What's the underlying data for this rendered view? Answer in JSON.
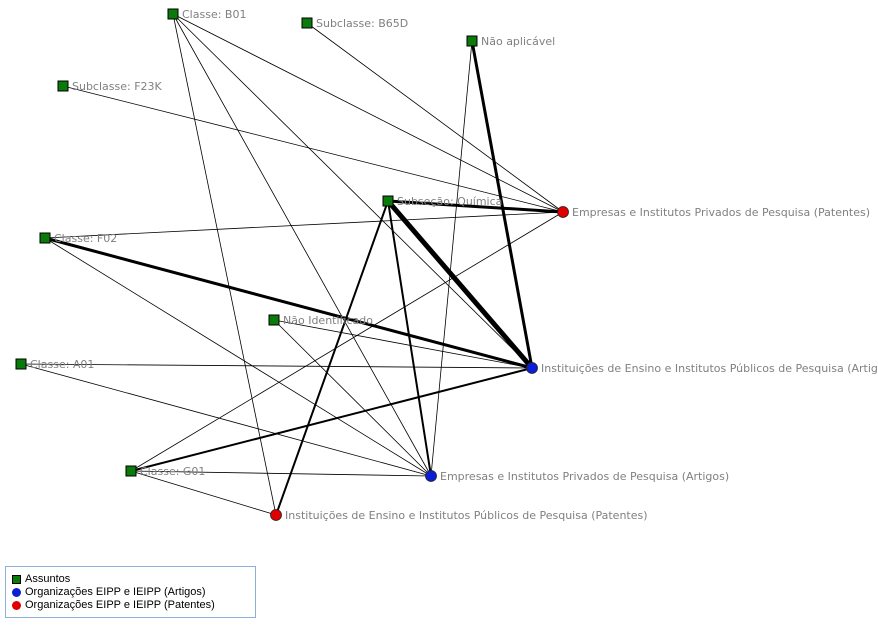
{
  "colors": {
    "subject": "#0a7a0a",
    "articles": "#0b1fd6",
    "patents": "#e00000",
    "edge": "#000000",
    "label": "#808080"
  },
  "nodes": [
    {
      "id": "b01",
      "label": "Classe: B01",
      "group": "subject"
    },
    {
      "id": "b65d",
      "label": "Subclasse: B65D",
      "group": "subject"
    },
    {
      "id": "na",
      "label": "Não aplicável",
      "group": "subject"
    },
    {
      "id": "f23k",
      "label": "Subclasse: F23K",
      "group": "subject"
    },
    {
      "id": "quim",
      "label": "Subseção: Química",
      "group": "subject"
    },
    {
      "id": "f02",
      "label": "Classe: F02",
      "group": "subject"
    },
    {
      "id": "ni",
      "label": "Não Identificado",
      "group": "subject"
    },
    {
      "id": "a01",
      "label": "Classe: A01",
      "group": "subject"
    },
    {
      "id": "g01",
      "label": "Classe: G01",
      "group": "subject"
    },
    {
      "id": "eipp_pat",
      "label": "Empresas e Institutos Privados de Pesquisa (Patentes)",
      "group": "patents"
    },
    {
      "id": "ieipp_art",
      "label": "Instituições de Ensino e Institutos Públicos de Pesquisa (Artigos)",
      "group": "articles"
    },
    {
      "id": "eipp_art",
      "label": "Empresas e Institutos Privados de Pesquisa (Artigos)",
      "group": "articles"
    },
    {
      "id": "ieipp_pat",
      "label": "Instituições de Ensino e Institutos Públicos de Pesquisa (Patentes)",
      "group": "patents"
    }
  ],
  "edges": [
    {
      "source": "b01",
      "target": "eipp_pat",
      "weight": 1
    },
    {
      "source": "b01",
      "target": "ieipp_art",
      "weight": 1
    },
    {
      "source": "b01",
      "target": "eipp_art",
      "weight": 1
    },
    {
      "source": "b01",
      "target": "ieipp_pat",
      "weight": 1
    },
    {
      "source": "b65d",
      "target": "eipp_pat",
      "weight": 1
    },
    {
      "source": "na",
      "target": "ieipp_art",
      "weight": 3
    },
    {
      "source": "na",
      "target": "eipp_art",
      "weight": 1
    },
    {
      "source": "f23k",
      "target": "eipp_pat",
      "weight": 1
    },
    {
      "source": "quim",
      "target": "eipp_pat",
      "weight": 3
    },
    {
      "source": "quim",
      "target": "ieipp_art",
      "weight": 5
    },
    {
      "source": "quim",
      "target": "eipp_art",
      "weight": 2
    },
    {
      "source": "quim",
      "target": "ieipp_pat",
      "weight": 2
    },
    {
      "source": "f02",
      "target": "eipp_pat",
      "weight": 1
    },
    {
      "source": "f02",
      "target": "ieipp_art",
      "weight": 3
    },
    {
      "source": "f02",
      "target": "eipp_art",
      "weight": 1
    },
    {
      "source": "ni",
      "target": "ieipp_art",
      "weight": 1
    },
    {
      "source": "ni",
      "target": "eipp_art",
      "weight": 1
    },
    {
      "source": "a01",
      "target": "ieipp_art",
      "weight": 1
    },
    {
      "source": "a01",
      "target": "eipp_art",
      "weight": 1
    },
    {
      "source": "g01",
      "target": "eipp_pat",
      "weight": 1
    },
    {
      "source": "g01",
      "target": "ieipp_art",
      "weight": 2
    },
    {
      "source": "g01",
      "target": "eipp_art",
      "weight": 1
    },
    {
      "source": "g01",
      "target": "ieipp_pat",
      "weight": 1
    }
  ],
  "legend": {
    "items": [
      {
        "label": "Assuntos",
        "shape": "square",
        "group": "subject"
      },
      {
        "label": "Organizações EIPP e IEIPP (Artigos)",
        "shape": "circle",
        "group": "articles"
      },
      {
        "label": "Organizações EIPP e IEIPP (Patentes)",
        "shape": "circle",
        "group": "patents"
      }
    ]
  }
}
